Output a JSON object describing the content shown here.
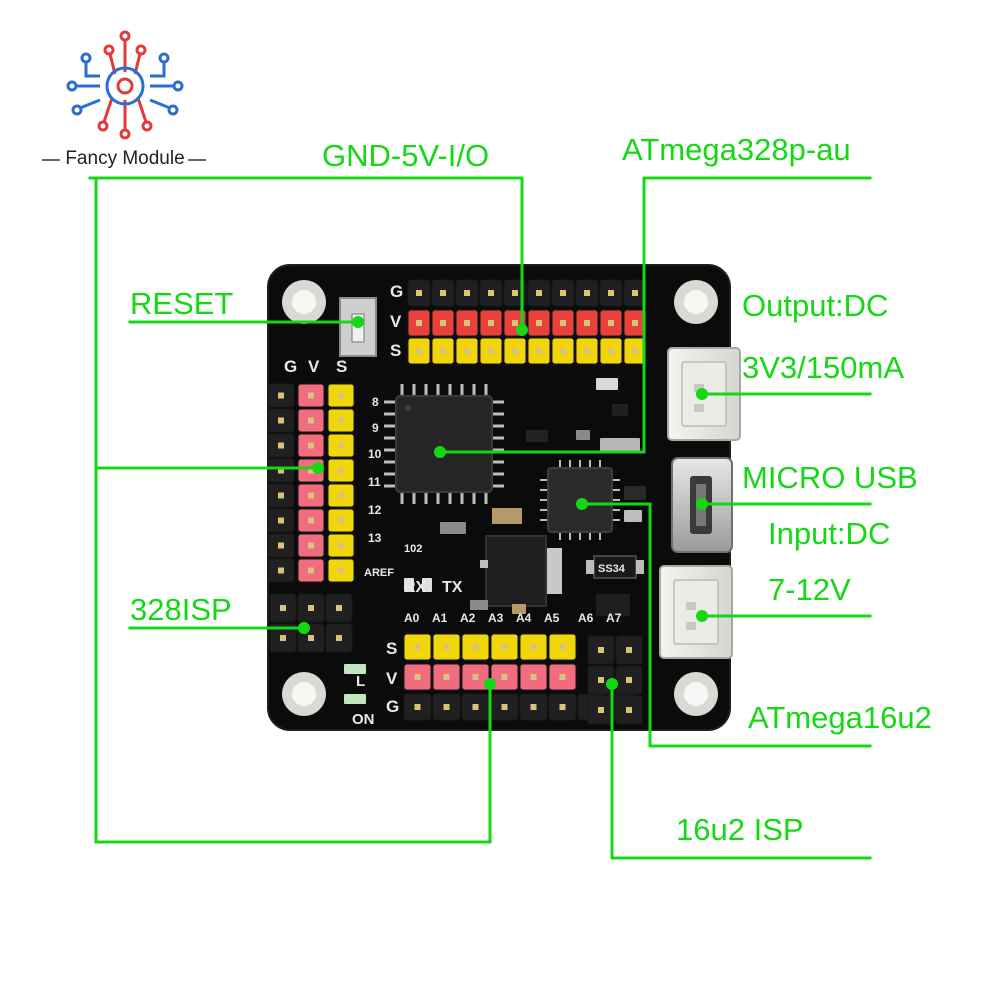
{
  "brand": {
    "name": "Fancy Module",
    "logo_icon": "circuit-tree-logo-icon"
  },
  "colors": {
    "callout": "#15d815",
    "pcb": "#0a0a0a",
    "header_red": "#e8403a",
    "header_yellow": "#f2d60c",
    "header_pink": "#f06c7e"
  },
  "callouts": {
    "gnd_5v_io": "GND-5V-I/O",
    "atmega328": "ATmega328p-au",
    "reset": "RESET",
    "output_dc": "Output:DC",
    "output_3v3": "3V3/150mA",
    "micro_usb": "MICRO USB",
    "input_dc": "Input:DC",
    "input_7_12v": "7-12V",
    "isp_328": "328ISP",
    "atmega16u2": "ATmega16u2",
    "isp_16u2": "16u2 ISP"
  },
  "board": {
    "silk": {
      "top_g": "G",
      "top_v": "V",
      "top_s": "S",
      "left_g": "G",
      "left_v": "V",
      "left_s": "S",
      "bot_s": "S",
      "bot_v": "V",
      "bot_g": "G",
      "d13": "13",
      "d12": "12",
      "d11": "11",
      "d10": "10",
      "d9": "9",
      "d8": "8",
      "aref": "AREF",
      "rx": "RX",
      "tx": "TX",
      "on": "ON",
      "l": "L",
      "a0": "A0",
      "a1": "A1",
      "a2": "A2",
      "a3": "A3",
      "a4": "A4",
      "a5": "A5",
      "a6": "A6",
      "a7": "A7",
      "ss34": "SS34",
      "r102": "102"
    }
  }
}
